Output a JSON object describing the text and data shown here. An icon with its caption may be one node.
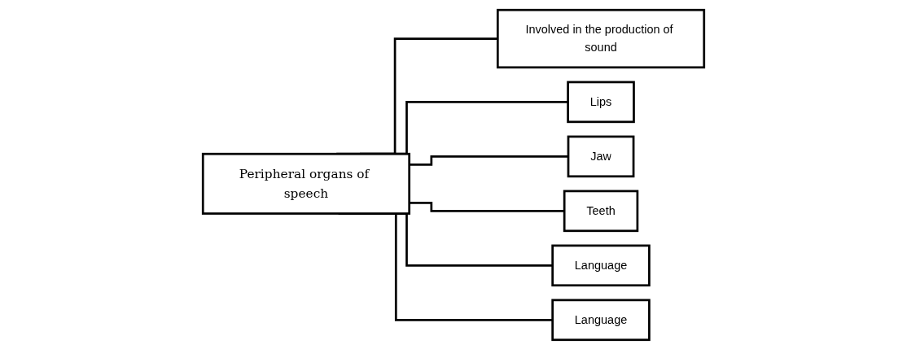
{
  "diagram": {
    "nodes": [
      {
        "text": [
          "Peripheral organs of speech"
        ]
      },
      {
        "text": [
          "Involved in the production of sound"
        ]
      },
      {
        "text": [
          "Lips"
        ]
      },
      {
        "text": [
          "Jaw"
        ]
      },
      {
        "text": [
          "Teeth"
        ]
      },
      {
        "text": [
          "Language"
        ]
      },
      {
        "text": [
          "Language"
        ]
      }
    ],
    "edges": [
      {
        "from": 0,
        "to": 1,
        "arrow": "none"
      },
      {
        "from": 0,
        "to": 2,
        "arrow": "none"
      },
      {
        "from": 0,
        "to": 3,
        "arrow": "none"
      },
      {
        "from": 0,
        "to": 4,
        "arrow": "none"
      },
      {
        "from": 0,
        "to": 5,
        "arrow": "none"
      },
      {
        "from": 0,
        "to": 6,
        "arrow": "none"
      }
    ]
  }
}
